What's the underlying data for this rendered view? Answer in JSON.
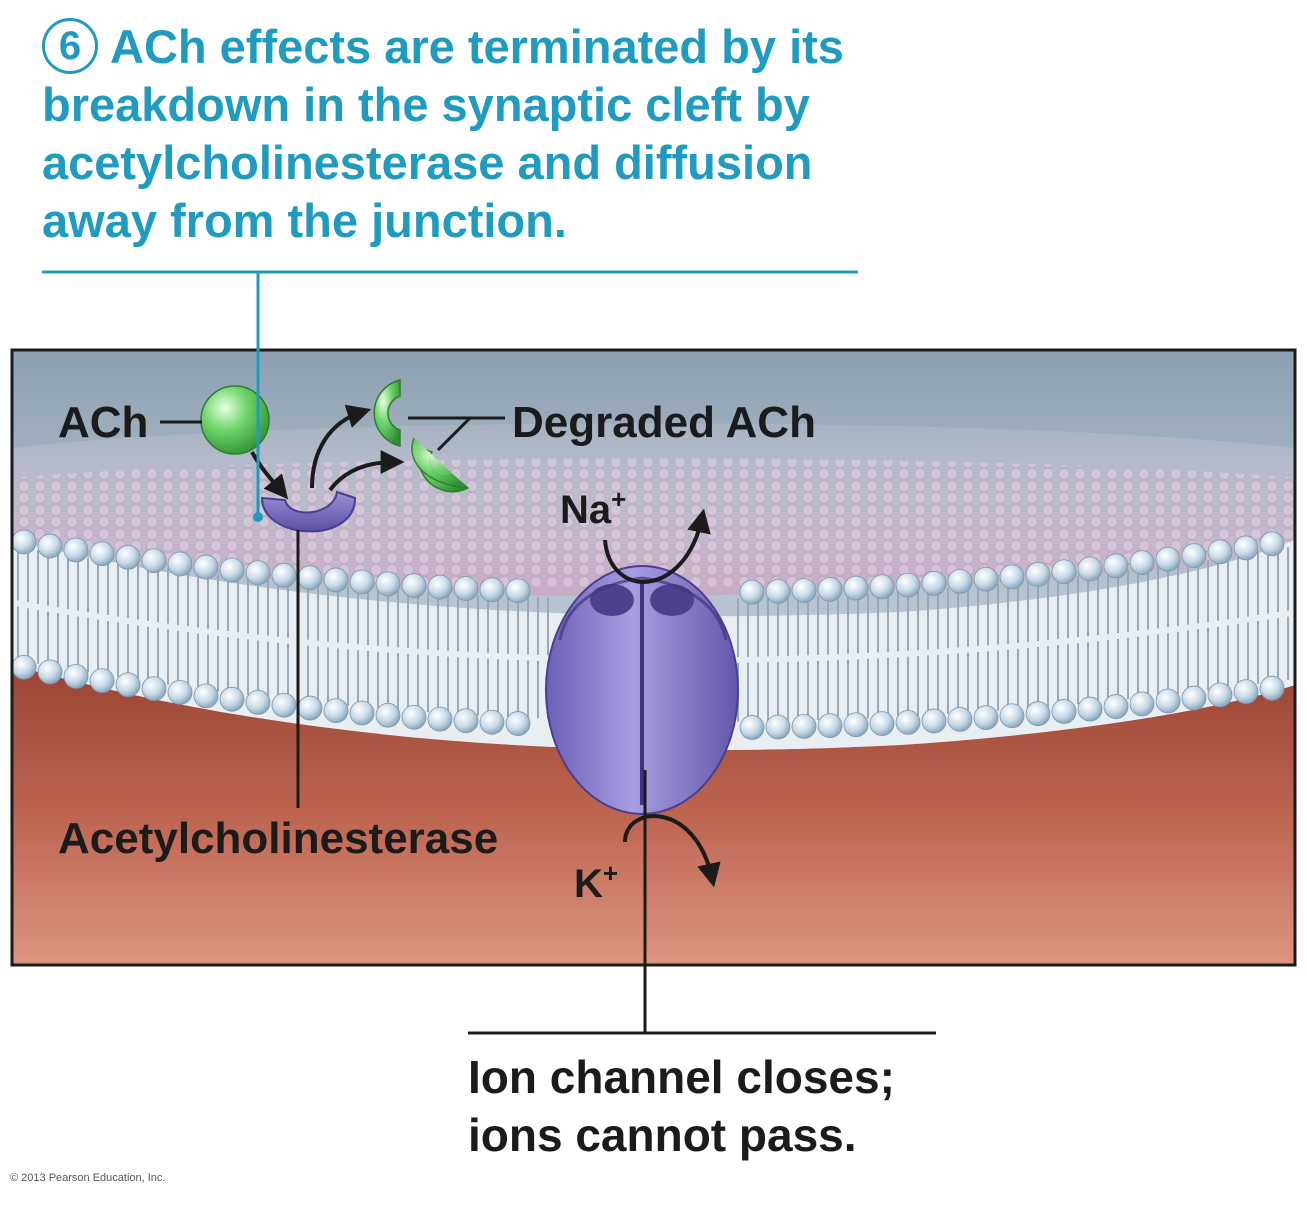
{
  "step": {
    "number": "6",
    "text": "ACh effects are terminated by its breakdown in the synaptic cleft by acetylcholinesterase and diffusion away from the junction."
  },
  "labels": {
    "ach": "ACh",
    "degraded_ach": "Degraded ACh",
    "sodium": "Na",
    "sodium_charge": "+",
    "potassium": "K",
    "potassium_charge": "+",
    "enzyme": "Acetylcholinesterase",
    "channel_state": "Ion channel closes; ions cannot pass."
  },
  "copyright": "© 2013 Pearson Education, Inc.",
  "colors": {
    "accent": "#1f9bbf",
    "extracellular": "#9fb0c0",
    "cytoplasm": "#b2553f",
    "ach_green": "#5ec95a",
    "enzyme_purple": "#7c6fc2",
    "channel_purple": "#8c80cf"
  }
}
